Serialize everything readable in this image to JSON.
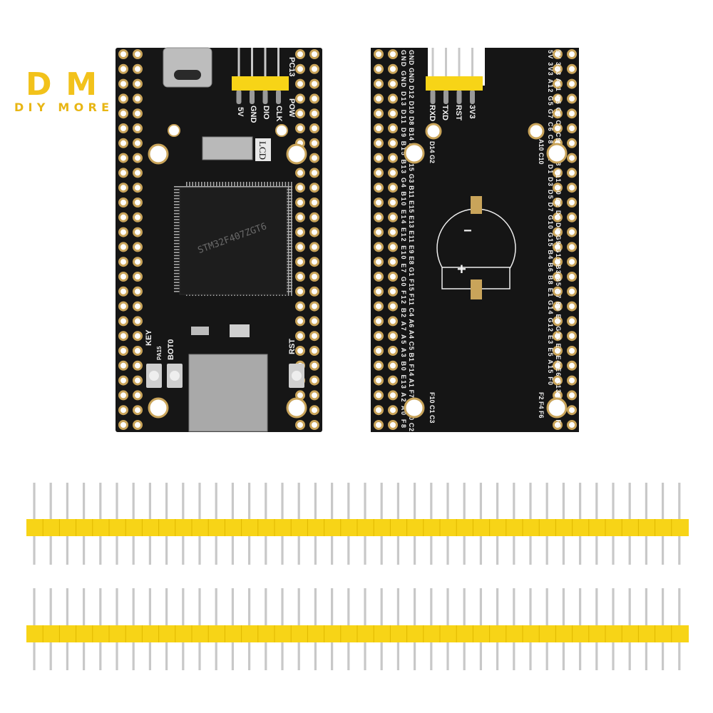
{
  "logo": {
    "mark": "DM",
    "brand": "DIY MORE",
    "color": "#f2c21b"
  },
  "colors": {
    "pcb": "#161616",
    "header_plastic": "#f7d417",
    "gold_pad": "#c9a45a",
    "pin_metal": "#c8c8c8"
  },
  "front_board": {
    "header_labels": [
      "5V",
      "GND",
      "DIO",
      "CLK"
    ],
    "led_labels": {
      "top": "PC13",
      "bottom": "POW"
    },
    "lcd_label": "LCD",
    "chip_marking": "STM32F407ZGT6",
    "button_labels": {
      "key": "KEY",
      "key_pin": "PA15",
      "boot": "BOT0",
      "reset": "RST"
    }
  },
  "back_board": {
    "header_labels": [
      "RXD",
      "TXD",
      "RST",
      "3V3"
    ],
    "left_outer": "GND GND D13 D11 D9 B15 B13 G4 B10 E14 E12 E10 E7 G0 F12 B2 A7 A5 A3 B0 E13 A2 A0 F8",
    "left_inner": "GND GND D12 D10 D8 B14 B12 D15 G3 B11 E15 E13 E11 E9 E8 G1 F15 F11 C4 A6 A4 C5 B1 F14 A1 F7 F9 G0 C2",
    "left_extra": "D14 G2",
    "left_bottom": "F10 C1 C3",
    "right_outer": "5V 3V3 A11 G6 G8 C7 C9 A9 A8 C11 D0 D2 D4 D6 G9 G11 B3 B5 B7 B9 E0 G13 E2 E4 E6 C13 F1 F3 F5",
    "right_inner": "5V 3V3 A12 G5 G7 C6 C8 C12 D1 D3 D5 D7 G10 G15 B4 B6 B8 E1 G14 G12 E3 E5 A15 F0",
    "right_extra": "A10 C10",
    "right_bottom": "F2 F4 F6",
    "battery_minus": "−",
    "battery_plus": "+"
  },
  "pin_headers": {
    "strips": 2,
    "pins_per_strip": 40
  }
}
